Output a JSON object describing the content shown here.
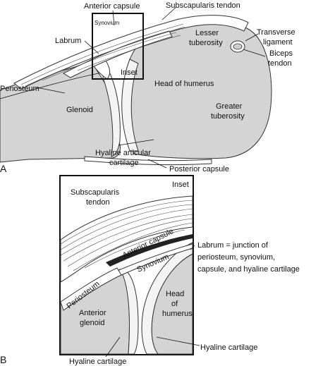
{
  "panel_a": {
    "letter": "A",
    "labels": {
      "anterior_capsule": "Anterior capsule",
      "subscapularis_tendon": "Subscapularis tendon",
      "synovium": "Synovium",
      "labrum": "Labrum",
      "lesser_tuberosity_1": "Lesser",
      "lesser_tuberosity_2": "tuberosity",
      "transverse_ligament_1": "Transverse",
      "transverse_ligament_2": "ligament",
      "biceps_tendon_1": "Biceps",
      "biceps_tendon_2": "tendon",
      "periosteum": "Periosteum",
      "inset": "Inset",
      "head_of_humerus": "Head of humerus",
      "glenoid": "Glenoid",
      "greater_tuberosity_1": "Greater",
      "greater_tuberosity_2": "tuberosity",
      "hyaline_articular_cartilage_1": "Hyaline articular",
      "hyaline_articular_cartilage_2": "cartilage",
      "posterior_capsule": "Posterior capsule"
    }
  },
  "panel_b": {
    "letter": "B",
    "labels": {
      "inset": "Inset",
      "subscapularis_tendon_1": "Subscapularis",
      "subscapularis_tendon_2": "tendon",
      "anterior_capsule": "Anterior capsule",
      "synovium": "Synovium",
      "labrum_1": "Labrum = junction of",
      "labrum_2": "periosteum, synovium,",
      "labrum_3": "capsule, and hyaline cartilage",
      "periosteum": "Periosteum",
      "head_1": "Head",
      "head_2": "of",
      "head_3": "humerus",
      "anterior_glenoid_1": "Anterior",
      "anterior_glenoid_2": "glenoid",
      "hyaline_cartilage_right": "Hyaline cartilage",
      "hyaline_cartilage_bottom": "Hyaline cartilage"
    }
  }
}
